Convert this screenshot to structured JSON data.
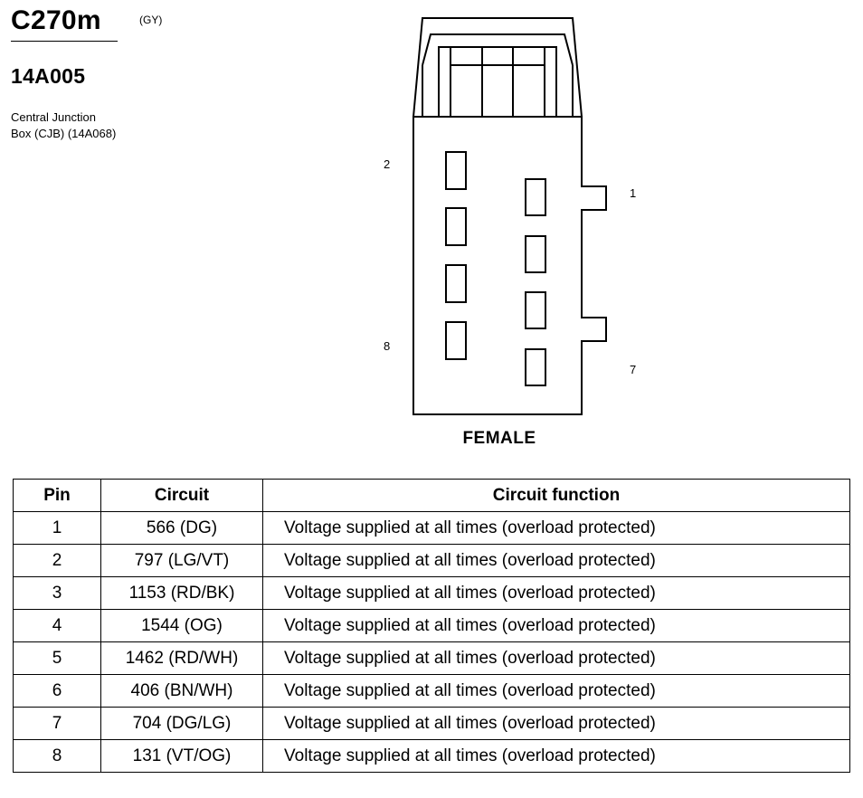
{
  "connector": {
    "id": "C270m",
    "color": "(GY)",
    "part_number": "14A005",
    "location_lines": [
      "Central Junction",
      "Box (CJB) (14A068)"
    ]
  },
  "diagram": {
    "gender": "FEMALE",
    "pin_labels": {
      "pin_2": "2",
      "pin_8": "8",
      "pin_1": "1",
      "pin_7": "7"
    }
  },
  "table": {
    "headers": {
      "pin": "Pin",
      "circuit": "Circuit",
      "function": "Circuit function"
    },
    "rows": [
      {
        "pin": "1",
        "circuit": "566 (DG)",
        "function": "Voltage supplied at all times (overload protected)"
      },
      {
        "pin": "2",
        "circuit": "797 (LG/VT)",
        "function": "Voltage supplied at all times (overload protected)"
      },
      {
        "pin": "3",
        "circuit": "1153 (RD/BK)",
        "function": "Voltage supplied at all times (overload protected)"
      },
      {
        "pin": "4",
        "circuit": "1544 (OG)",
        "function": "Voltage supplied at all times (overload protected)"
      },
      {
        "pin": "5",
        "circuit": "1462 (RD/WH)",
        "function": "Voltage supplied at all times (overload protected)"
      },
      {
        "pin": "6",
        "circuit": "406 (BN/WH)",
        "function": "Voltage supplied at all times (overload protected)"
      },
      {
        "pin": "7",
        "circuit": "704 (DG/LG)",
        "function": "Voltage supplied at all times (overload protected)"
      },
      {
        "pin": "8",
        "circuit": "131 (VT/OG)",
        "function": "Voltage supplied at all times (overload protected)"
      }
    ]
  }
}
